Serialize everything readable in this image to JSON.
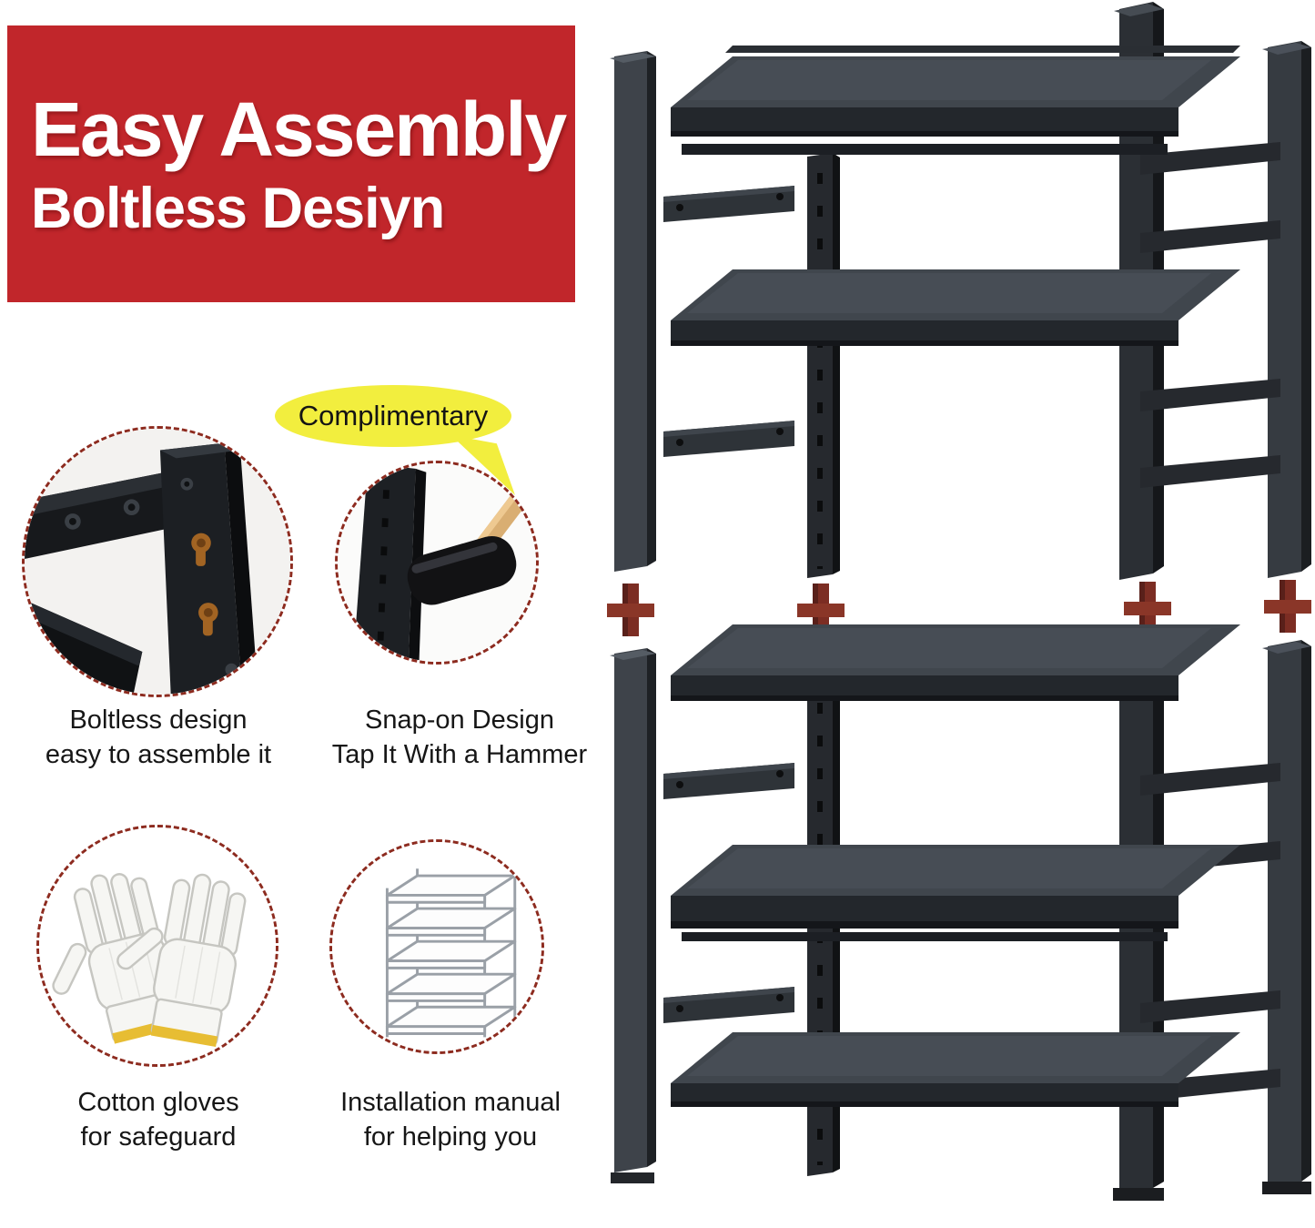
{
  "banner": {
    "line1": "Easy Assembly",
    "line2": "Boltless Desiyn",
    "bg_color": "#c1262b",
    "text_color": "#ffffff"
  },
  "bubble": {
    "label": "Complimentary",
    "bg_color": "#f2ee3e"
  },
  "callouts": {
    "boltless": {
      "line1": "Boltless design",
      "line2": "easy to assemble it",
      "image": "boltless-keyhole-closeup"
    },
    "hammer": {
      "line1": "Snap-on Design",
      "line2": "Tap It With a Hammer",
      "image": "rubber-mallet-tapping-post"
    },
    "gloves": {
      "line1": "Cotton gloves",
      "line2": "for safeguard",
      "image": "white-cotton-gloves"
    },
    "manual": {
      "line1": "Installation manual",
      "line2": "for helping you",
      "image": "shelf-line-drawing"
    }
  },
  "product": {
    "illustration": "boltless-shelf-exploded-view",
    "connector_color": "#7c2d23",
    "frame_color": "#2b2f34"
  }
}
